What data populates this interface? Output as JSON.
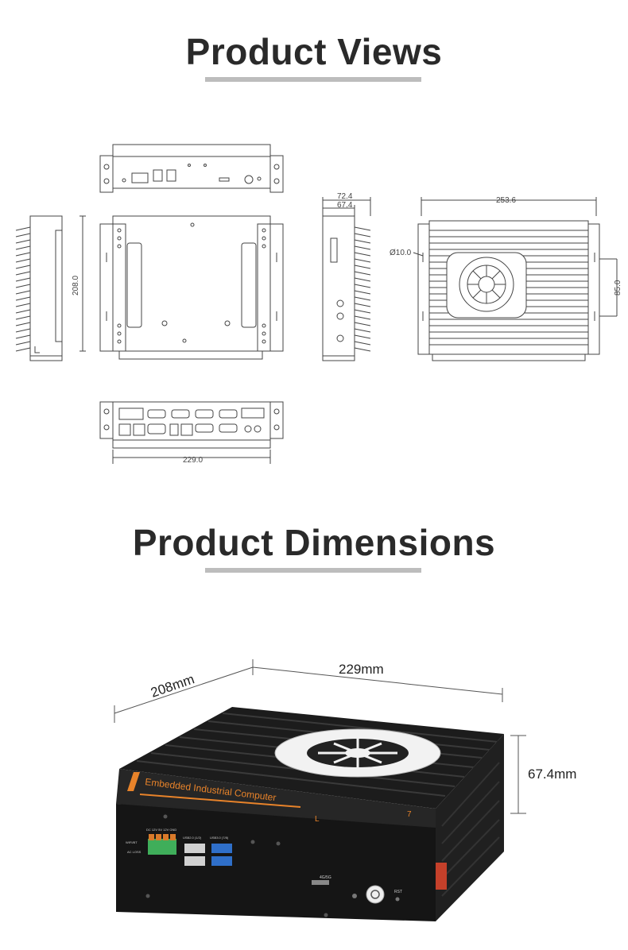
{
  "views": {
    "title": "Product Views",
    "dims": {
      "top_depth_a": "72.4",
      "top_depth_b": "67.4",
      "top_width": "253.6",
      "height_208": "208.0",
      "hole": "Ø10.0",
      "mount_85": "85.0",
      "bottom_width": "229.0"
    }
  },
  "dimensions": {
    "title": "Product Dimensions",
    "width_label": "229mm",
    "depth_label": "208mm",
    "height_label": "67.4mm",
    "case_brand": "Embedded Industrial Computer",
    "case_mark_a": "L",
    "case_mark_b": "7",
    "port_labels": {
      "power": "DC 12V 5V 12V GND",
      "usb2": "USB2.0 (1/2)",
      "usb3": "USB3.0 (7/8)",
      "wifi": "WIFI/BT",
      "ac_loss": "AC LOSS",
      "sim": "4G/5G",
      "rst": "RST"
    }
  },
  "colors": {
    "title_text": "#2a2a2a",
    "underline": "#bdbdbd",
    "case_black": "#1a1a1a",
    "accent_orange": "#e8832a",
    "terminal_green": "#3fae5a",
    "usb_blue": "#2f6fc9",
    "line_gray": "#444444"
  }
}
